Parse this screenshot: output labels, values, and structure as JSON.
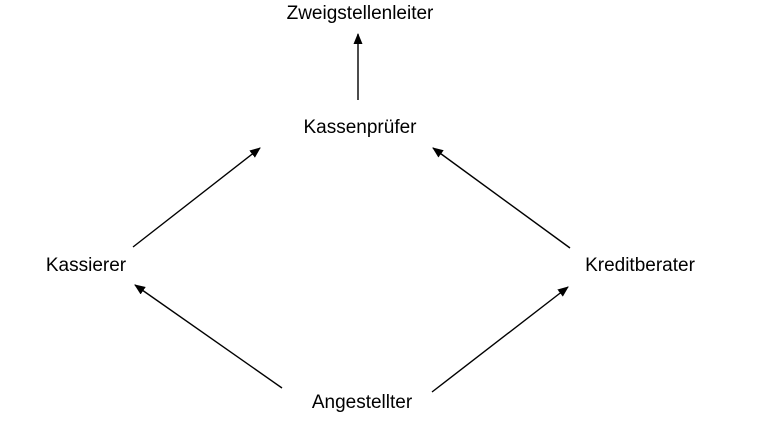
{
  "diagram": {
    "kind": "role-hierarchy",
    "language": "de",
    "colors": {
      "background": "#ffffff",
      "text": "#000000",
      "line": "#000000"
    },
    "nodes": [
      {
        "id": "zweigstellenleiter",
        "label": "Zweigstellenleiter"
      },
      {
        "id": "kassenpruefer",
        "label": "Kassenprüfer"
      },
      {
        "id": "kassierer",
        "label": "Kassierer"
      },
      {
        "id": "kreditberater",
        "label": "Kreditberater"
      },
      {
        "id": "angestellter",
        "label": "Angestellter"
      }
    ],
    "edges": [
      {
        "from": "kassenpruefer",
        "to": "zweigstellenleiter"
      },
      {
        "from": "kassierer",
        "to": "kassenpruefer"
      },
      {
        "from": "kreditberater",
        "to": "kassenpruefer"
      },
      {
        "from": "angestellter",
        "to": "kassierer"
      },
      {
        "from": "angestellter",
        "to": "kreditberater"
      }
    ]
  }
}
